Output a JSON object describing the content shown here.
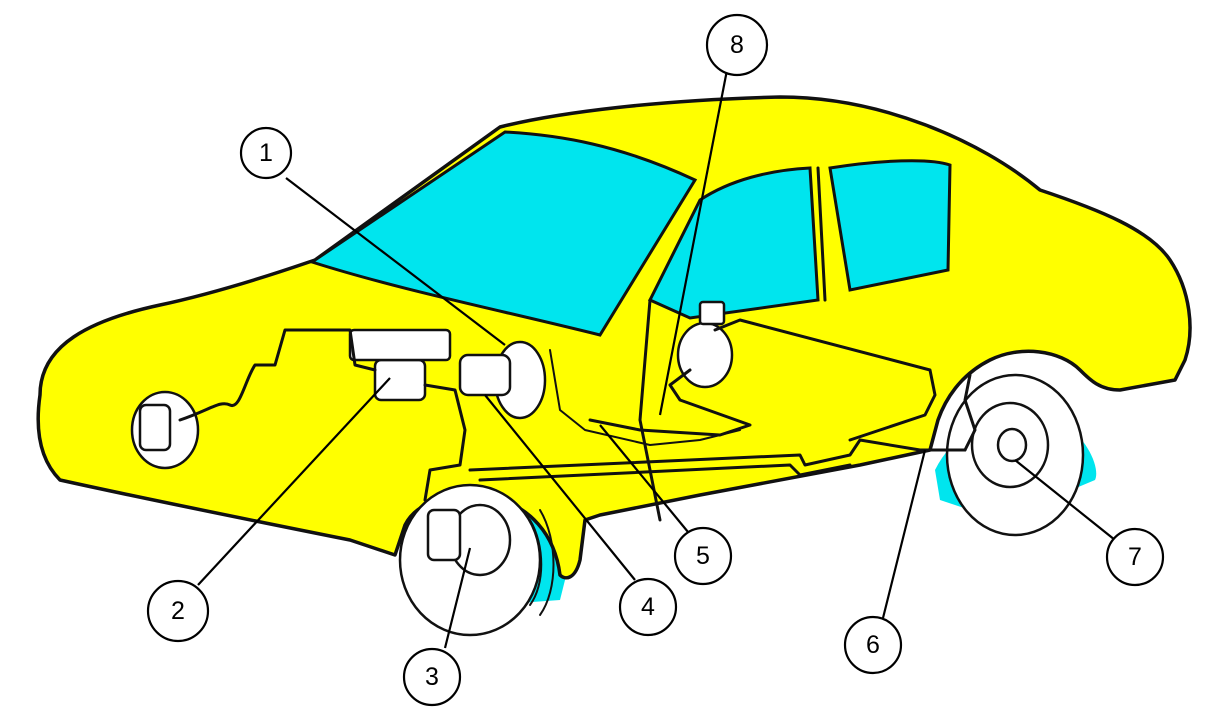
{
  "colors": {
    "body": "#FFFF00",
    "glass": "#00E5EE",
    "outline": "#111111",
    "background": "#FFFFFF"
  },
  "callouts": [
    {
      "label": "1"
    },
    {
      "label": "2"
    },
    {
      "label": "3"
    },
    {
      "label": "4"
    },
    {
      "label": "5"
    },
    {
      "label": "6"
    },
    {
      "label": "7"
    },
    {
      "label": "8"
    }
  ]
}
